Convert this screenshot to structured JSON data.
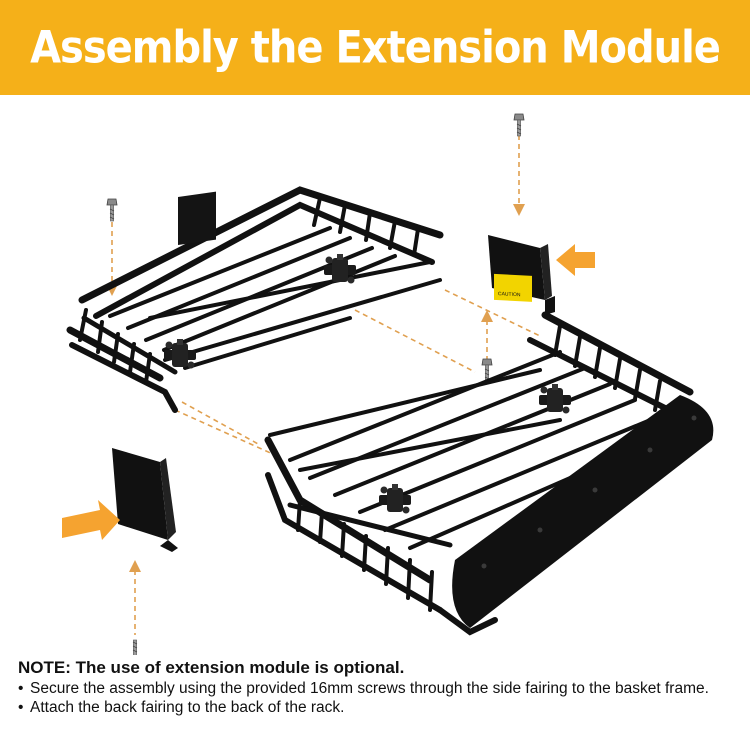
{
  "banner": {
    "title": "Assembly the Extension Module"
  },
  "bracket_label": {
    "text": "CAUTION"
  },
  "notes": {
    "heading": "NOTE: The use of extension module is optional.",
    "bullet_glyph": "•",
    "items": [
      "Secure the assembly using the provided 16mm screws through the side fairing to the basket frame.",
      "Attach the back fairing to the back of the rack."
    ]
  },
  "colors": {
    "banner": "#f5b019",
    "arrow": "#f5a330",
    "guide_line": "#e0a050",
    "rack": "#111111",
    "label_yellow": "#f2d400"
  },
  "icons": [
    "screw-icon",
    "orange-arrow-icon",
    "dashed-guide-line"
  ]
}
